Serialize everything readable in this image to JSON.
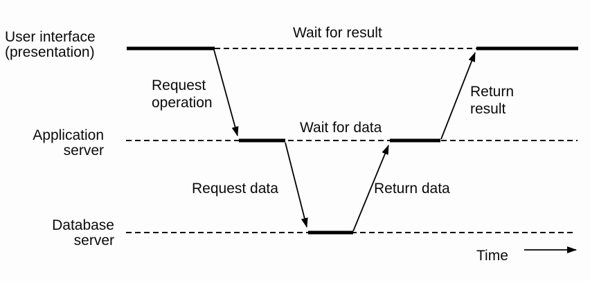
{
  "figure": {
    "title_semantic": "Three-tier server interaction timing diagram",
    "background_color": "#fdfdfd",
    "ink_color": "#000000"
  },
  "lanes": [
    {
      "id": "user-interface",
      "line1": "User interface",
      "line2": "(presentation)"
    },
    {
      "id": "application-server",
      "line1": "Application",
      "line2": "server"
    },
    {
      "id": "database-server",
      "line1": "Database",
      "line2": "server"
    }
  ],
  "annotations": {
    "wait_for_result": "Wait for result",
    "wait_for_data": "Wait for data"
  },
  "arrows": {
    "request_operation_line1": "Request",
    "request_operation_line2": "operation",
    "request_data": "Request data",
    "return_data": "Return data",
    "return_result_line1": "Return",
    "return_result_line2": "result"
  },
  "axis": {
    "time_label": "Time"
  }
}
